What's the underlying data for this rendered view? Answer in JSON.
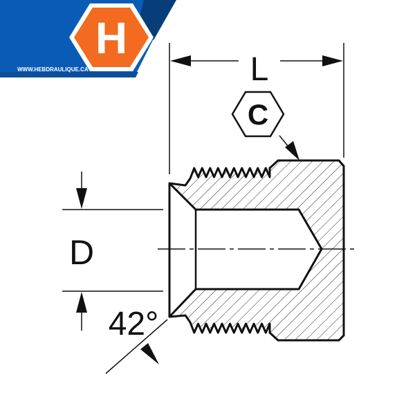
{
  "logo": {
    "letter": "H",
    "url_text": "WWW.HEBDRAULIQUE.CA",
    "colors": {
      "blue": "#0A5BB5",
      "dark_blue": "#073E7A",
      "orange": "#F26B21"
    }
  },
  "drawing": {
    "length_label": "L",
    "hex_label": "C",
    "diameter_label": "D",
    "angle_label": "42°"
  }
}
